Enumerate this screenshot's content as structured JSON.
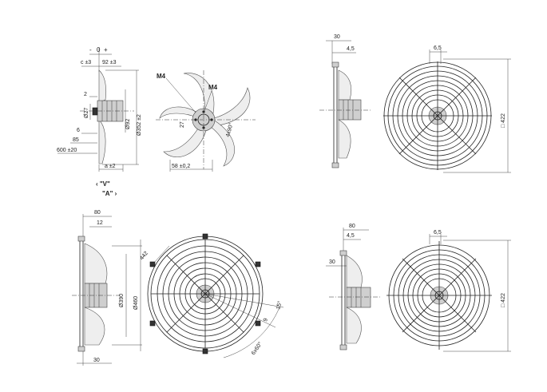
{
  "drawing": {
    "view1": {
      "minus": "-",
      "zero": "0",
      "plus": "+",
      "c": "c ±3",
      "d92": "92 ±3",
      "two": "2",
      "phi27": "Ø27",
      "six": "6",
      "d85": "85",
      "d600": "600 ±20",
      "phi92": "Ø92",
      "phi352": "Ø352 ±2",
      "a": "a ±2",
      "V": "‹ \"V\"",
      "A": "\"A\" ›"
    },
    "impeller": {
      "m4a": "M4",
      "m4b": "M4",
      "d27": "27",
      "hole": "4x90°",
      "d58": "58 ±0,2"
    },
    "view2": {
      "d30": "30",
      "d45": "4,5",
      "d65": "6,5",
      "sq422": "□ 422"
    },
    "view3": {
      "d80": "80",
      "d12": "12",
      "phi390": "Ø390",
      "phi460": "Ø460",
      "d30": "30",
      "d442": "442",
      "d9": "9",
      "a15": "15°",
      "a6x60": "6x60°"
    },
    "view4": {
      "d80": "80",
      "d45": "4,5",
      "d30": "30",
      "d65": "6,5",
      "sq422": "□ 422"
    }
  }
}
